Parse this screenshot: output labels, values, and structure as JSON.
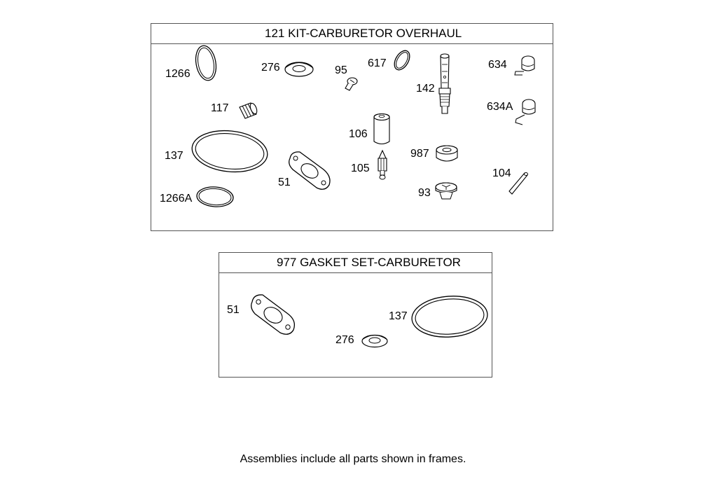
{
  "kit": {
    "title": "121 KIT-CARBURETOR OVERHAUL",
    "parts": {
      "p1266": "1266",
      "p276": "276",
      "p95": "95",
      "p617": "617",
      "p634": "634",
      "p142": "142",
      "p634a": "634A",
      "p117": "117",
      "p106": "106",
      "p137": "137",
      "p987": "987",
      "p105": "105",
      "p104": "104",
      "p51": "51",
      "p1266a": "1266A",
      "p93": "93"
    }
  },
  "gasket": {
    "title": "977 GASKET SET-CARBURETOR",
    "parts": {
      "p51": "51",
      "p137": "137",
      "p276": "276"
    }
  },
  "footer": "Assemblies include all parts shown in frames."
}
